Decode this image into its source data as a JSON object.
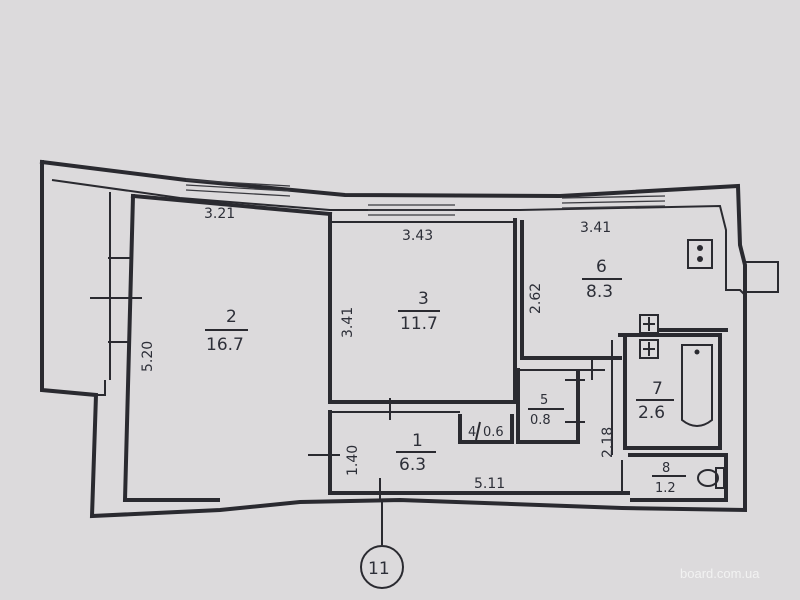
{
  "rooms": [
    {
      "number": "2",
      "area": "16.7"
    },
    {
      "number": "3",
      "area": "11.7"
    },
    {
      "number": "6",
      "area": "8.3"
    },
    {
      "number": "7",
      "area": "2.6"
    },
    {
      "number": "5",
      "area": "0.8"
    },
    {
      "number": "4",
      "area": "0.6"
    },
    {
      "number": "1",
      "area": "6.3"
    },
    {
      "number": "8",
      "area": "1.2"
    }
  ],
  "dimensions": {
    "room2_width": "3.21",
    "room3_width": "3.43",
    "room6_width": "3.41",
    "room2_length": "5.20",
    "room3_length": "3.41",
    "room6_length": "2.62",
    "hall_width": "1.40",
    "bath_length": "2.18",
    "hall_length": "5.11"
  },
  "marker": "11",
  "watermark": "board.com.ua"
}
